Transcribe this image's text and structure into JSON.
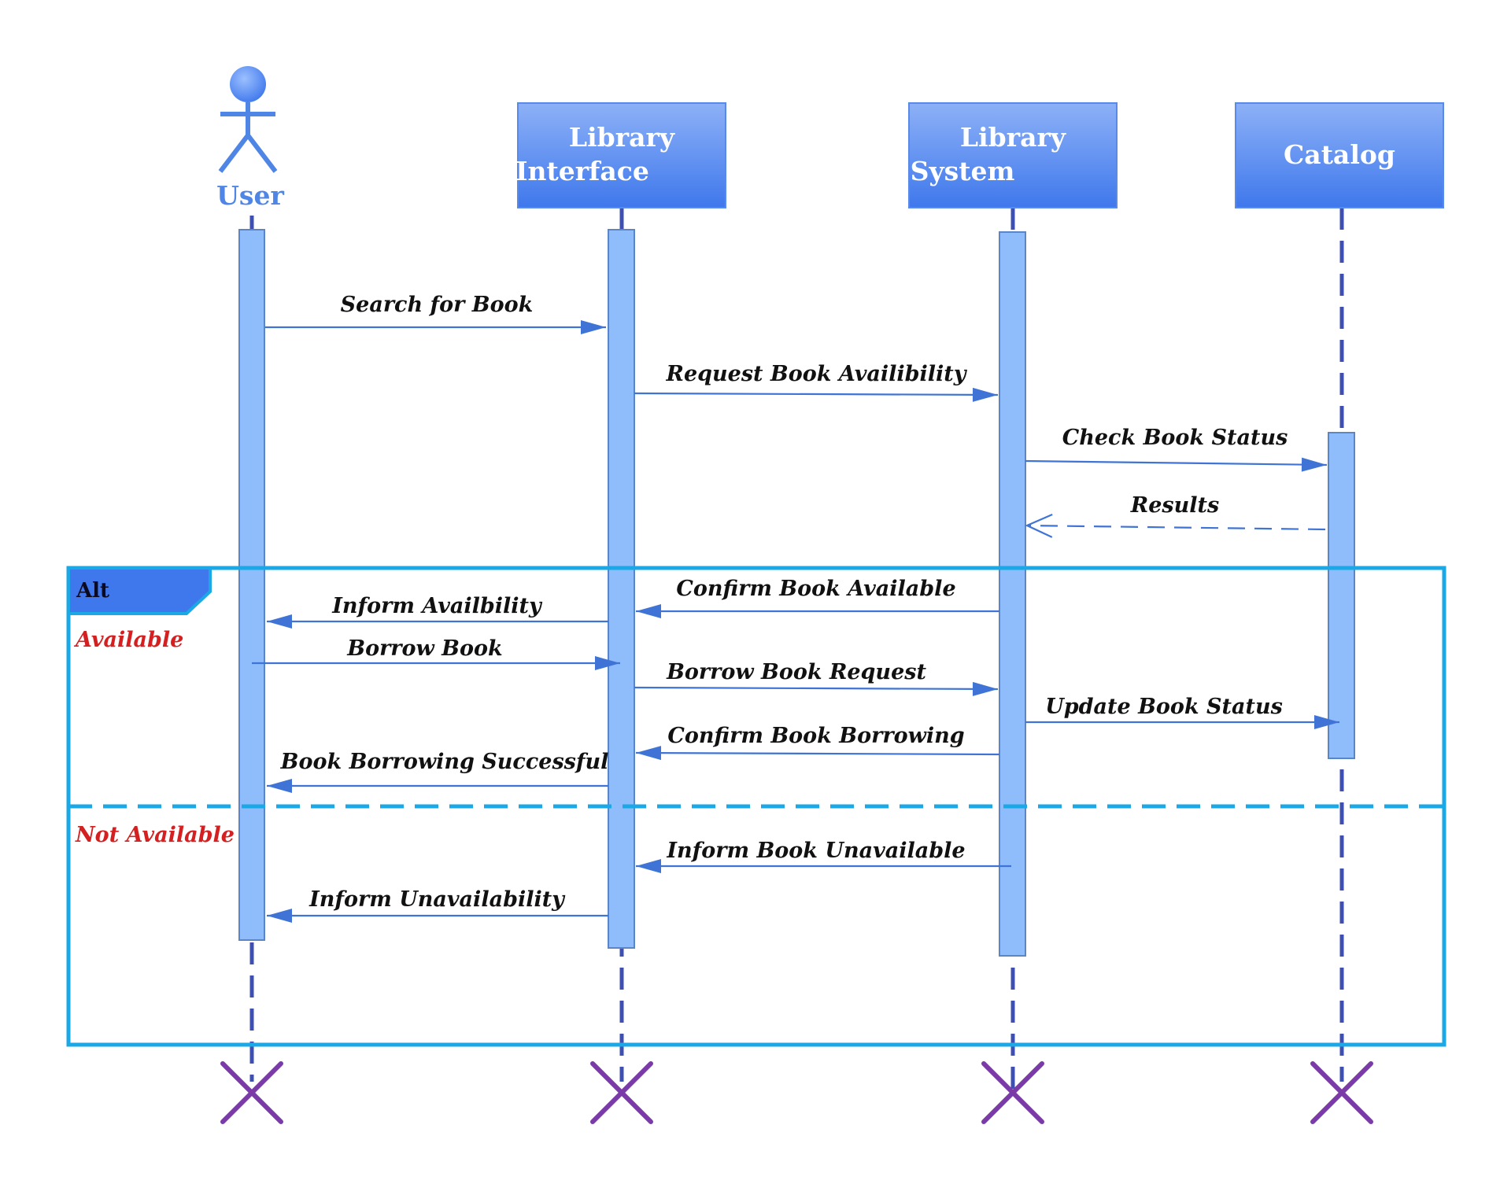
{
  "colors": {
    "header_top": "#8db1f7",
    "header_bottom": "#3f78ec",
    "header_border": "#5a8ae8",
    "actor": "#4f86e6",
    "lifeline": "#3d4fb0",
    "activation_fill": "#8fbcfb",
    "activation_border": "#5a86c8",
    "message": "#3f74d6",
    "frame": "#1aa9e6",
    "terminator": "#7a3aa8",
    "guard_text": "#d42020"
  },
  "participants": [
    {
      "id": "user",
      "kind": "actor",
      "label_lines": [
        "User"
      ]
    },
    {
      "id": "interface",
      "kind": "box",
      "label_lines": [
        "Library",
        "Interface"
      ]
    },
    {
      "id": "system",
      "kind": "box",
      "label_lines": [
        "Library",
        "System"
      ]
    },
    {
      "id": "catalog",
      "kind": "box",
      "label_lines": [
        "Catalog"
      ]
    }
  ],
  "messages": [
    {
      "label": "Search for Book",
      "from": "user",
      "to": "interface",
      "style": "solid"
    },
    {
      "label": "Request Book Availibility",
      "from": "interface",
      "to": "system",
      "style": "solid"
    },
    {
      "label": "Check Book Status",
      "from": "system",
      "to": "catalog",
      "style": "solid"
    },
    {
      "label": "Results",
      "from": "catalog",
      "to": "system",
      "style": "dashed"
    },
    {
      "label": "Confirm Book Available",
      "from": "system",
      "to": "interface",
      "style": "solid"
    },
    {
      "label": "Inform Availbility",
      "from": "interface",
      "to": "user",
      "style": "solid"
    },
    {
      "label": "Borrow Book",
      "from": "user",
      "to": "interface",
      "style": "solid"
    },
    {
      "label": "Borrow Book Request",
      "from": "interface",
      "to": "system",
      "style": "solid"
    },
    {
      "label": "Update Book Status",
      "from": "system",
      "to": "catalog",
      "style": "solid"
    },
    {
      "label": "Confirm Book Borrowing",
      "from": "system",
      "to": "interface",
      "style": "solid"
    },
    {
      "label": "Book Borrowing Successful",
      "from": "interface",
      "to": "user",
      "style": "solid"
    },
    {
      "label": "Inform Book Unavailable",
      "from": "system",
      "to": "interface",
      "style": "solid"
    },
    {
      "label": "Inform Unavailability",
      "from": "interface",
      "to": "user",
      "style": "solid"
    }
  ],
  "fragment": {
    "operator": "Alt",
    "guards": [
      "Available",
      "Not Available"
    ]
  }
}
